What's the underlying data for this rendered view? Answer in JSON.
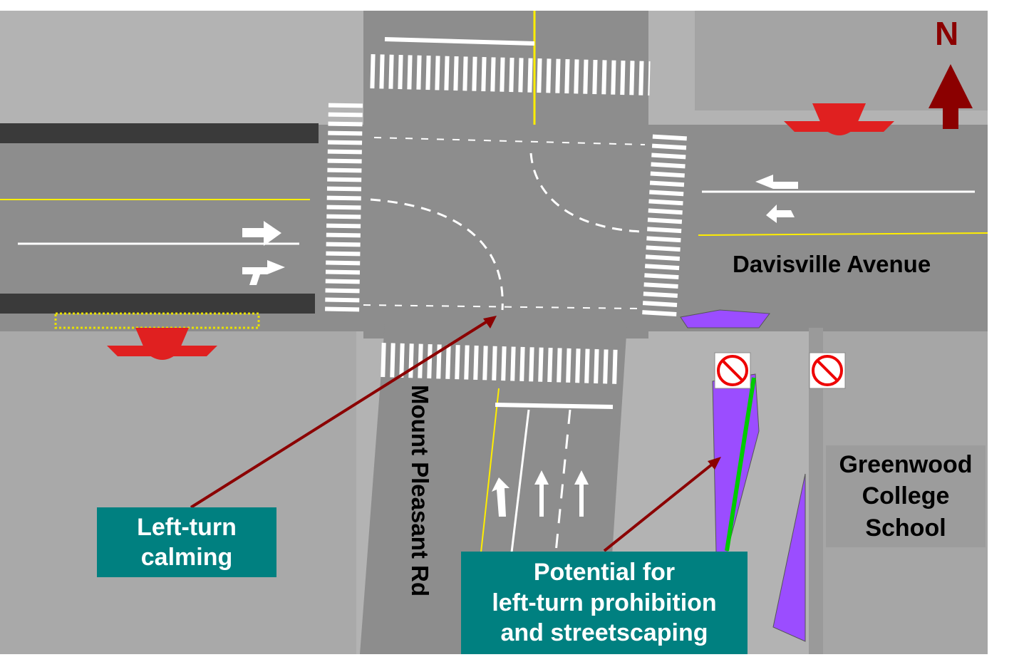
{
  "street_labels": {
    "east_west": "Davisville Avenue",
    "north_south": "Mount Pleasant Rd"
  },
  "callouts": [
    {
      "text_lines": [
        "Left-turn",
        "calming"
      ]
    },
    {
      "text_lines": [
        "Potential for",
        "left-turn prohibition",
        "and streetscaping"
      ]
    }
  ],
  "landmark": {
    "text_lines": [
      "Greenwood",
      "College",
      "School"
    ]
  },
  "compass": {
    "label": "N",
    "icon": "north-arrow-icon"
  },
  "colors": {
    "road": "#8d8d8d",
    "background": "#b3b3b3",
    "callout": "#008080",
    "arrow": "#8b0000",
    "north": "#8b0000",
    "ttc": "#e02020",
    "planter": "#9b4dff",
    "bike_lane": "#3a3a3a"
  },
  "icons": [
    "ttc-logo-icon",
    "no-left-turn-sign-icon",
    "lane-arrow-icon",
    "bicycle-icon",
    "crosswalk"
  ]
}
